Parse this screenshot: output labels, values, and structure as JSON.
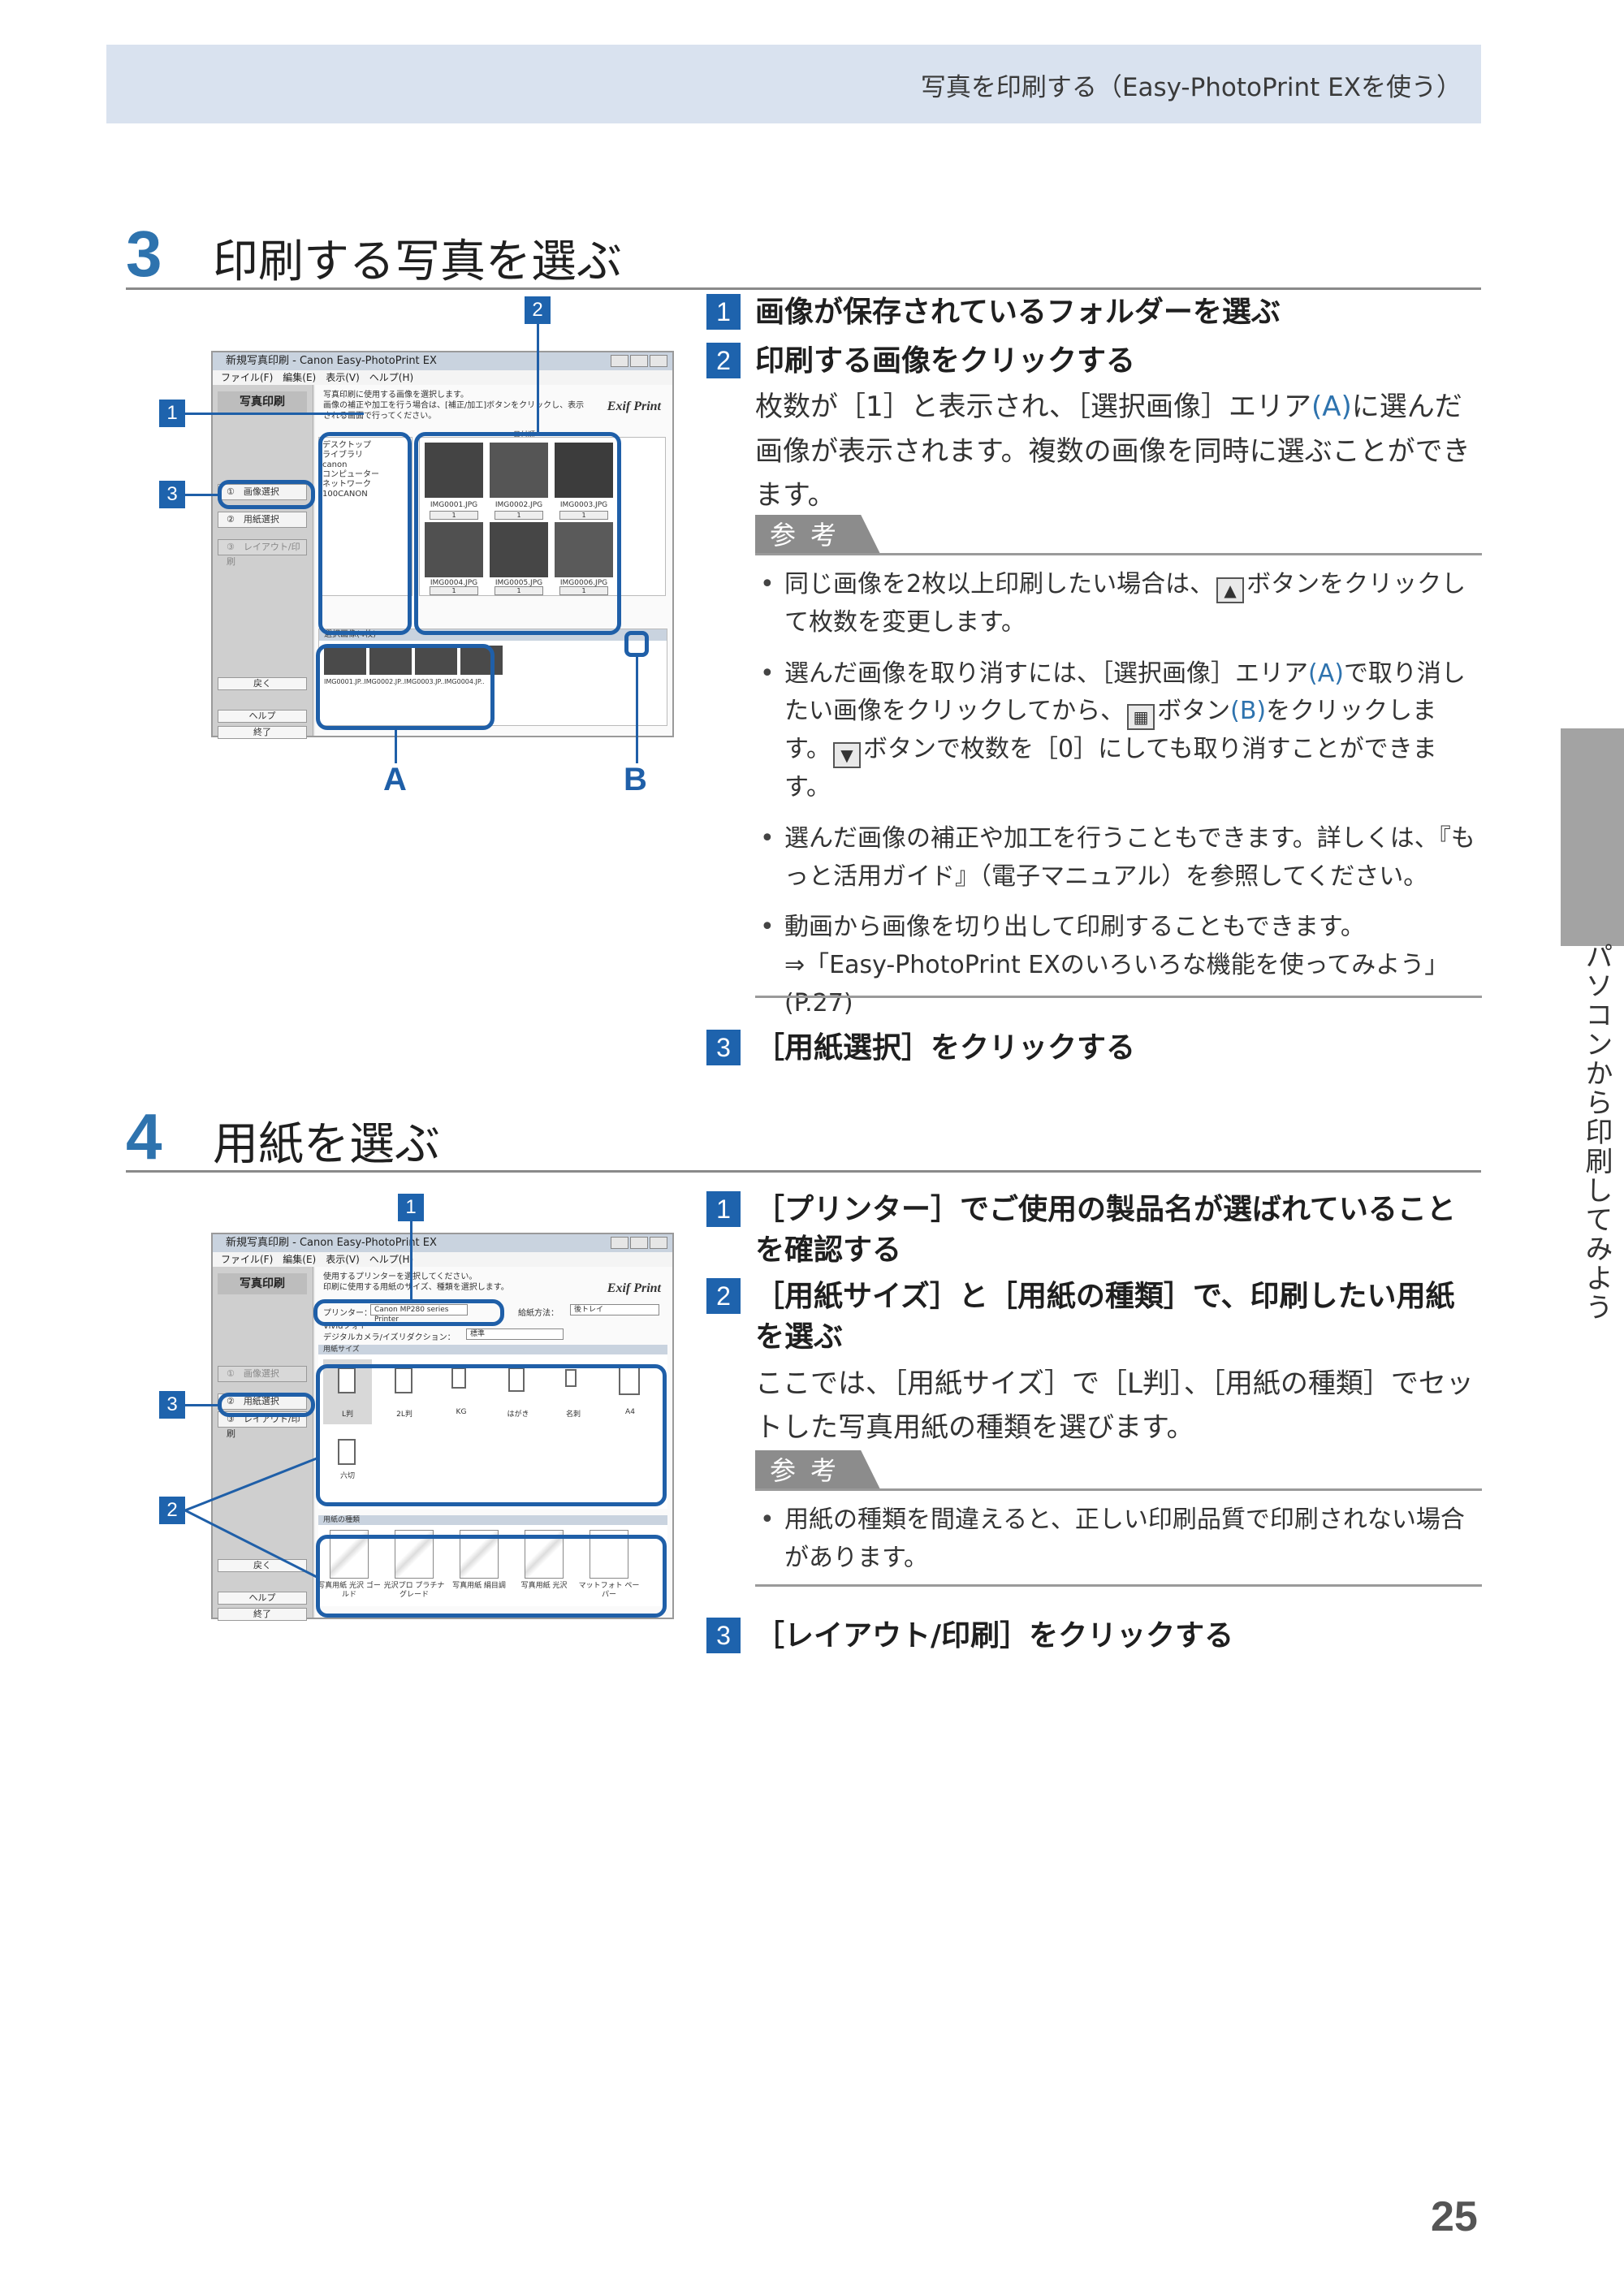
{
  "header": {
    "title": "写真を印刷する（Easy-PhotoPrint EXを使う）"
  },
  "section3": {
    "number": "3",
    "title": "印刷する写真を選ぶ",
    "steps": [
      {
        "badge": "1",
        "title": "画像が保存されているフォルダーを選ぶ"
      },
      {
        "badge": "2",
        "title": "印刷する画像をクリックする",
        "body_a": "枚数が［1］と表示され、［選択画像］エリア",
        "body_accent": "(A)",
        "body_b": "に選んだ画像が表示されます。複数の画像を同時に選ぶことができます。"
      },
      {
        "badge": "3",
        "title": "［用紙選択］をクリックする"
      }
    ],
    "reference_label": "参考",
    "notes": [
      {
        "a": "同じ画像を2枚以上印刷したい場合は、",
        "icon": "▲",
        "b": "ボタンをクリックして枚数を変更します。"
      },
      {
        "a": "選んだ画像を取り消すには、［選択画像］エリア",
        "acc1": "(A)",
        "b": "で取り消したい画像をクリックしてから、",
        "icon1": "▦",
        "c": "ボタン",
        "acc2": "(B)",
        "d": "をクリックします。",
        "icon2": "▼",
        "e": "ボタンで枚数を［0］にしても取り消すことができます。"
      },
      {
        "text": "選んだ画像の補正や加工を行うこともできます。詳しくは、『もっと活用ガイド』（電子マニュアル）を参照してください。"
      },
      {
        "a": "動画から画像を切り出して印刷することもできます。",
        "b": "⇒「Easy-PhotoPrint EXのいろいろな機能を使ってみよう」(P.27)"
      }
    ],
    "screenshot": {
      "window_title": "新規写真印刷 - Canon Easy-PhotoPrint EX",
      "menu": "ファイル(F)　編集(E)　表示(V)　ヘルプ(H)",
      "left_head": "写真印刷",
      "nav": [
        "①　画像選択",
        "②　用紙選択",
        "③　レイアウト/印刷"
      ],
      "back_btn": "戻く",
      "help_btn": "ヘルプ",
      "exit_btn": "終了",
      "instruction": "写真印刷に使用する画像を選択します。\n画像の補正や加工を行う場合は、[補正/加工]ボタンをクリックし、表示される画面で行ってください。",
      "exif_logo": "Exif Print",
      "folders": [
        "デスクトップ",
        "ライブラリ",
        "canon",
        "コンピューター",
        "ネットワーク",
        "100CANON"
      ],
      "thumb_names": [
        "IMG0001.JPG",
        "IMG0002.JPG",
        "IMG0003.JPG",
        "IMG0004.JPG",
        "IMG0005.JPG",
        "IMG0006.JPG"
      ],
      "thumb_count": "1",
      "sort_label": "日付順",
      "selected_area_title": "選択画像(4枚)",
      "selected_names": "IMG0001.JP..IMG0002.JP..IMG0003.JP..IMG0004.JP..",
      "label_a": "A",
      "label_b": "B",
      "callouts": [
        "1",
        "2",
        "3"
      ]
    }
  },
  "section4": {
    "number": "4",
    "title": "用紙を選ぶ",
    "steps": [
      {
        "badge": "1",
        "title": "［プリンター］でご使用の製品名が選ばれていることを確認する"
      },
      {
        "badge": "2",
        "title": "［用紙サイズ］と［用紙の種類］で、印刷したい用紙を選ぶ",
        "body": "ここでは、［用紙サイズ］で［L判］、［用紙の種類］でセットした写真用紙の種類を選びます。"
      },
      {
        "badge": "3",
        "title": "［レイアウト/印刷］をクリックする"
      }
    ],
    "reference_label": "参考",
    "notes": [
      {
        "text": "用紙の種類を間違えると、正しい印刷品質で印刷されない場合があります。"
      }
    ],
    "screenshot": {
      "window_title": "新規写真印刷 - Canon Easy-PhotoPrint EX",
      "menu": "ファイル(F)　編集(E)　表示(V)　ヘルプ(H)",
      "left_head": "写真印刷",
      "nav": [
        "①　画像選択",
        "②　用紙選択",
        "③　レイアウト/印刷"
      ],
      "back_btn": "戻く",
      "help_btn": "ヘルプ",
      "exit_btn": "終了",
      "instruction": "使用するプリンターを選択してください。\n印刷に使用する用紙のサイズ、種類を選択します。",
      "exif_logo": "Exif Print",
      "printer_label": "プリンター：",
      "printer_value": "Canon MP280 series Printer",
      "feed_label": "給紙方法：",
      "feed_value": "後トレイ",
      "vivid": "Vividフォト",
      "camera_opt": "デジタルカメラ/イズリダクション：",
      "camera_value": "標準",
      "size_group": "用紙サイズ",
      "sizes": [
        "L判",
        "2L判",
        "KG",
        "はがき",
        "名刺",
        "A4",
        "六切"
      ],
      "type_group": "用紙の種類",
      "types": [
        "写真用紙 光沢 ゴールド",
        "光沢プロ プラチナグレード",
        "写真用紙 絹目調",
        "写真用紙 光沢",
        "マットフォト ペーパー"
      ],
      "callouts": [
        "1",
        "2",
        "3"
      ]
    }
  },
  "side_tab": {
    "text": "パソコンから印刷してみよう"
  },
  "page_number": "25"
}
